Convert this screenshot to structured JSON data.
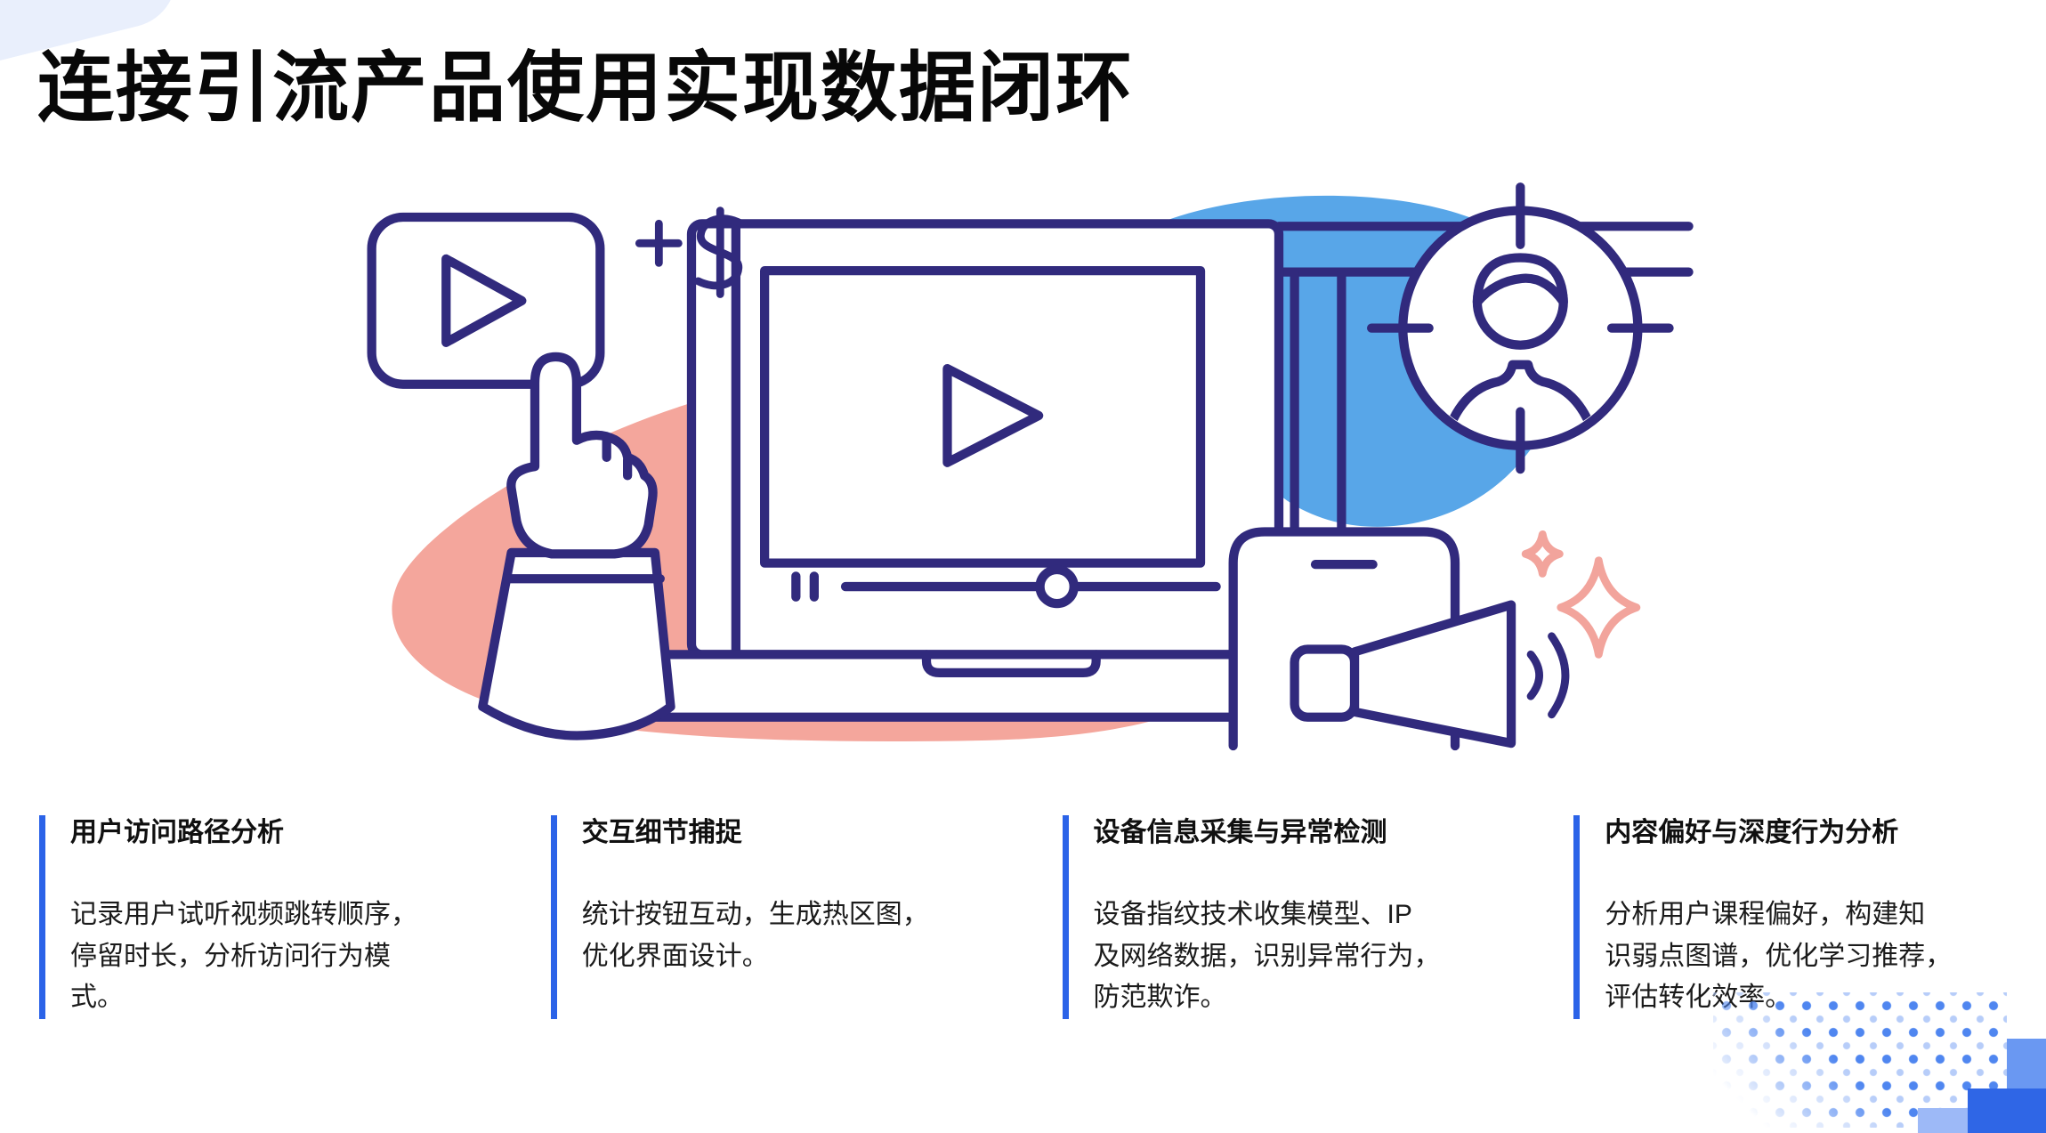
{
  "title": "连接引流产品使用实现数据闭环",
  "colors": {
    "accent": "#2b63e8",
    "line": "#312a7d",
    "pink": "#f4a69c",
    "blue": "#58a6e8",
    "sparkle": "#f2a49c"
  },
  "illustration": {
    "elements": [
      "pink-blob",
      "blue-blob",
      "connector-pipes",
      "laptop-video-player",
      "video-progress-bar",
      "video-card-with-play",
      "plus-dollar-icons",
      "pointing-hand",
      "phone",
      "megaphone",
      "sound-waves",
      "user-in-target-crosshair",
      "sparkle"
    ]
  },
  "features": [
    {
      "title": "用户访问路径分析",
      "body": "记录用户试听视频跳转顺序，\n停留时长，分析访问行为模\n式。"
    },
    {
      "title": "交互细节捕捉",
      "body": "统计按钮互动，生成热区图，\n优化界面设计。"
    },
    {
      "title": "设备信息采集与异常检测",
      "body": "设备指纹技术收集模型、IP\n及网络数据，识别异常行为，\n防范欺诈。"
    },
    {
      "title": "内容偏好与深度行为分析",
      "body": "分析用户课程偏好，构建知\n识弱点图谱，优化学习推荐，\n评估转化效率。"
    }
  ]
}
